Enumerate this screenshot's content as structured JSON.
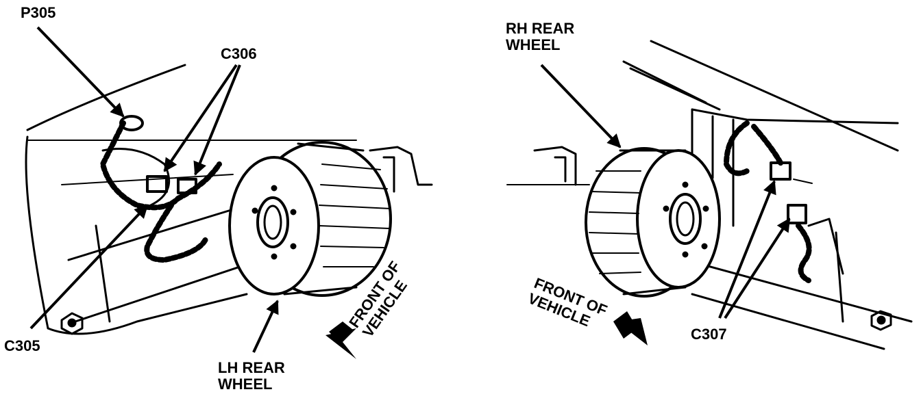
{
  "labels": {
    "p305": "P305",
    "c306": "C306",
    "c305": "C305",
    "lh_rear_wheel_line1": "LH REAR",
    "lh_rear_wheel_line2": "WHEEL",
    "front_of_vehicle_left_line1": "FRONT OF",
    "front_of_vehicle_left_line2": "VEHICLE",
    "rh_rear_wheel_line1": "RH REAR",
    "rh_rear_wheel_line2": "WHEEL",
    "front_of_vehicle_right_line1": "FRONT OF",
    "front_of_vehicle_right_line2": "VEHICLE",
    "c307": "C307"
  },
  "colors": {
    "ink": "#000000",
    "paper": "#ffffff"
  }
}
